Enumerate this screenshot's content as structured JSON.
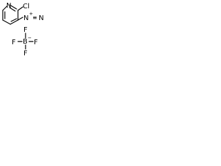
{
  "molecule": {
    "atoms": {
      "chlorine": "Cl",
      "ring_nitrogen": "N",
      "diazonium_n1": "N",
      "diazonium_n2": "N",
      "boron": "B",
      "fluorine_top": "F",
      "fluorine_left": "F",
      "fluorine_right": "F",
      "fluorine_bottom": "F"
    },
    "charges": {
      "diazonium": "+",
      "borate": "−"
    },
    "bond_symbols": {
      "triple": "≡"
    }
  }
}
